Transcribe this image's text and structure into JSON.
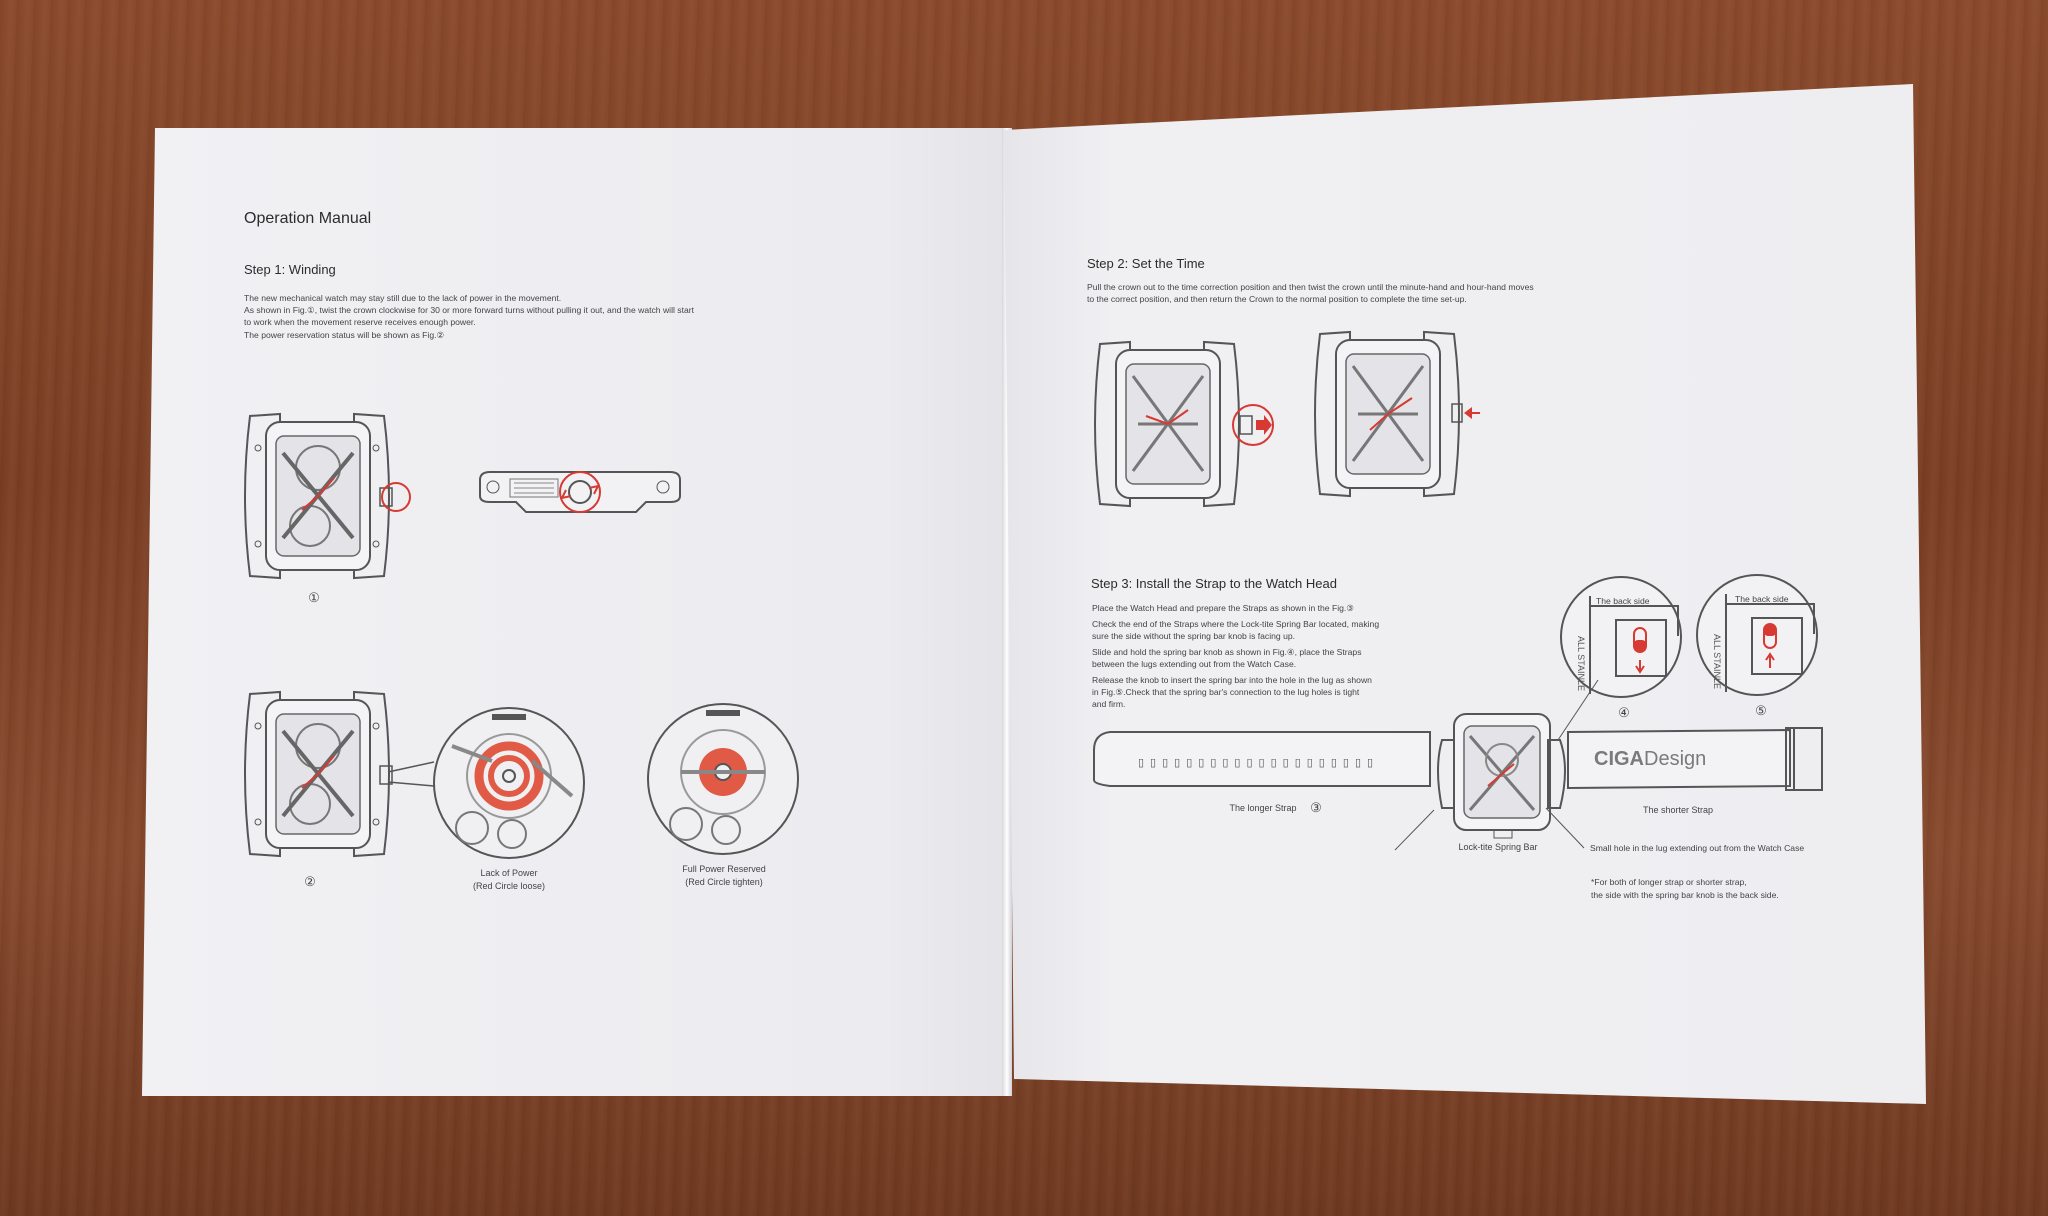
{
  "left_page": {
    "title": "Operation Manual",
    "step1": {
      "heading": "Step 1: Winding",
      "lines": [
        "The new mechanical watch may stay still due to the lack of power in the movement.",
        "As shown in Fig.①, twist the crown clockwise for 30 or more forward turns without pulling it out, and the watch will start",
        "to work when the movement reserve receives enough power.",
        "The power reservation status will be shown as Fig.②"
      ]
    },
    "fig1_label": "①",
    "fig2_label": "②",
    "lack_power_caption": [
      "Lack of Power",
      "(Red Circle loose)"
    ],
    "full_power_caption": [
      "Full Power Reserved",
      "(Red Circle tighten)"
    ]
  },
  "right_page": {
    "step2": {
      "heading": "Step 2: Set the Time",
      "lines": [
        "Pull the crown out to the time correction position and then twist the crown until the minute-hand and hour-hand moves",
        "to the correct position, and then return the Crown to the normal position to complete the time set-up."
      ]
    },
    "step3": {
      "heading": "Step 3: Install the Strap to the Watch Head",
      "lines": [
        "Place the Watch Head and prepare the Straps as shown in the Fig.③",
        "Check the end of the Straps where the Lock-tite Spring Bar located, making",
        "sure the side without the spring bar knob is facing up.",
        "Slide and hold the spring bar knob as shown in Fig.④, place the Straps",
        "between the lugs extending out from the Watch Case.",
        "Release the knob to insert the spring bar into the hole in the lug as shown",
        "in Fig.⑤.Check that the spring bar's connection to the lug holes is tight",
        "and firm."
      ]
    },
    "back_side_label": "The back side",
    "fig4_label": "④",
    "fig5_label": "⑤",
    "fig3_label": "③",
    "longer_strap": "The longer Strap",
    "shorter_strap": "The shorter Strap",
    "brand_bold": "CIGA",
    "brand_light": "Design",
    "spring_bar_label": "Lock-tite Spring Bar",
    "hole_label": "Small hole in the lug extending out from the Watch Case",
    "footnote": [
      "*For both of longer strap or shorter strap,",
      "the side with the spring bar knob is the back side."
    ]
  },
  "colors": {
    "table_wood": "#7b3f24",
    "paper": "#eeeff2",
    "accent_red": "#d63a33",
    "line_art": "#555555"
  }
}
